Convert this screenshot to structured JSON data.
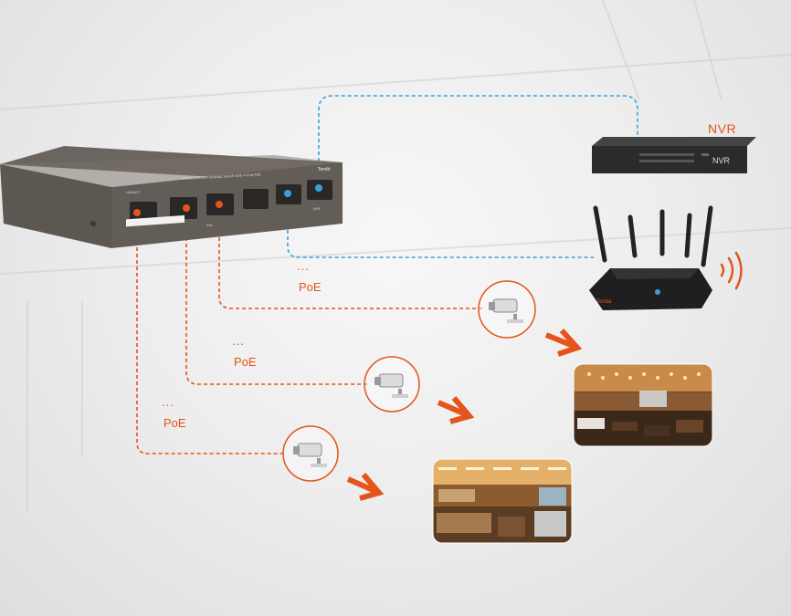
{
  "labels": {
    "nvr": "NVR",
    "poe_1": "PoE",
    "poe_2": "PoE",
    "poe_3": "PoE",
    "dots_1": "...",
    "dots_2": "...",
    "dots_3": "..."
  },
  "switch": {
    "brand": "Tenda",
    "model_text": "5-Port 10/100M Desktop Switch With 4-Port PoE",
    "port_label_uplink": "NVR",
    "port_label_poe": "PoE",
    "port_label_first": "LINK/ACT"
  },
  "router": {
    "brand": "Tenda"
  },
  "nvr_device": {
    "text": "NVR"
  },
  "colors": {
    "poe_line": "#e4541b",
    "network_line": "#3aa0dc",
    "accent": "#e4541b",
    "device_dark": "#2b2b2b"
  }
}
